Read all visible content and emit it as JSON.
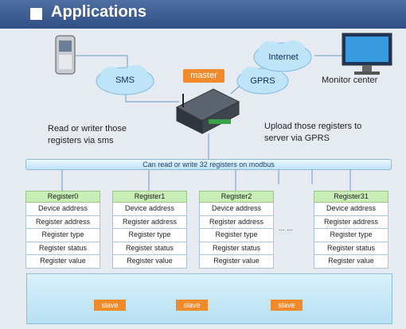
{
  "header": {
    "title": "Applications"
  },
  "labels": {
    "internet": "Internet",
    "sms": "SMS",
    "gprs": "GPRS",
    "monitor_center": "Monitor center",
    "master": "master",
    "read_line1": "Read or writer those",
    "read_line2": "registers via sms",
    "upload_line1": "Upload  those registers to",
    "upload_line2": "server via GPRS",
    "bus": "Can read or write 32 registers on modbus",
    "ellipsis": "... ..."
  },
  "registers": [
    {
      "name": "Register0",
      "rows": [
        "Device address",
        "Register address",
        "Register type",
        "Register status",
        "Register value"
      ]
    },
    {
      "name": "Register1",
      "rows": [
        "Device address",
        "Register address",
        "Register type",
        "Register status",
        "Register value"
      ]
    },
    {
      "name": "Register2",
      "rows": [
        "Device address",
        "Register address",
        "Register type",
        "Register status",
        "Register value"
      ]
    },
    {
      "name": "Register31",
      "rows": [
        "Device address",
        "Register address",
        "Register type",
        "Register status",
        "Register value"
      ]
    }
  ],
  "slaves": {
    "label": "slave"
  },
  "icons": [
    "phone-icon",
    "cloud-icon",
    "monitor-icon",
    "router-icon",
    "controller-icon",
    "sensor-icon",
    "plc-icon",
    "module-icon"
  ],
  "colors": {
    "header": "#3a5b93",
    "badge": "#f08a2a",
    "register_head": "#c8eeb6",
    "bus": "#bfe2f6"
  }
}
